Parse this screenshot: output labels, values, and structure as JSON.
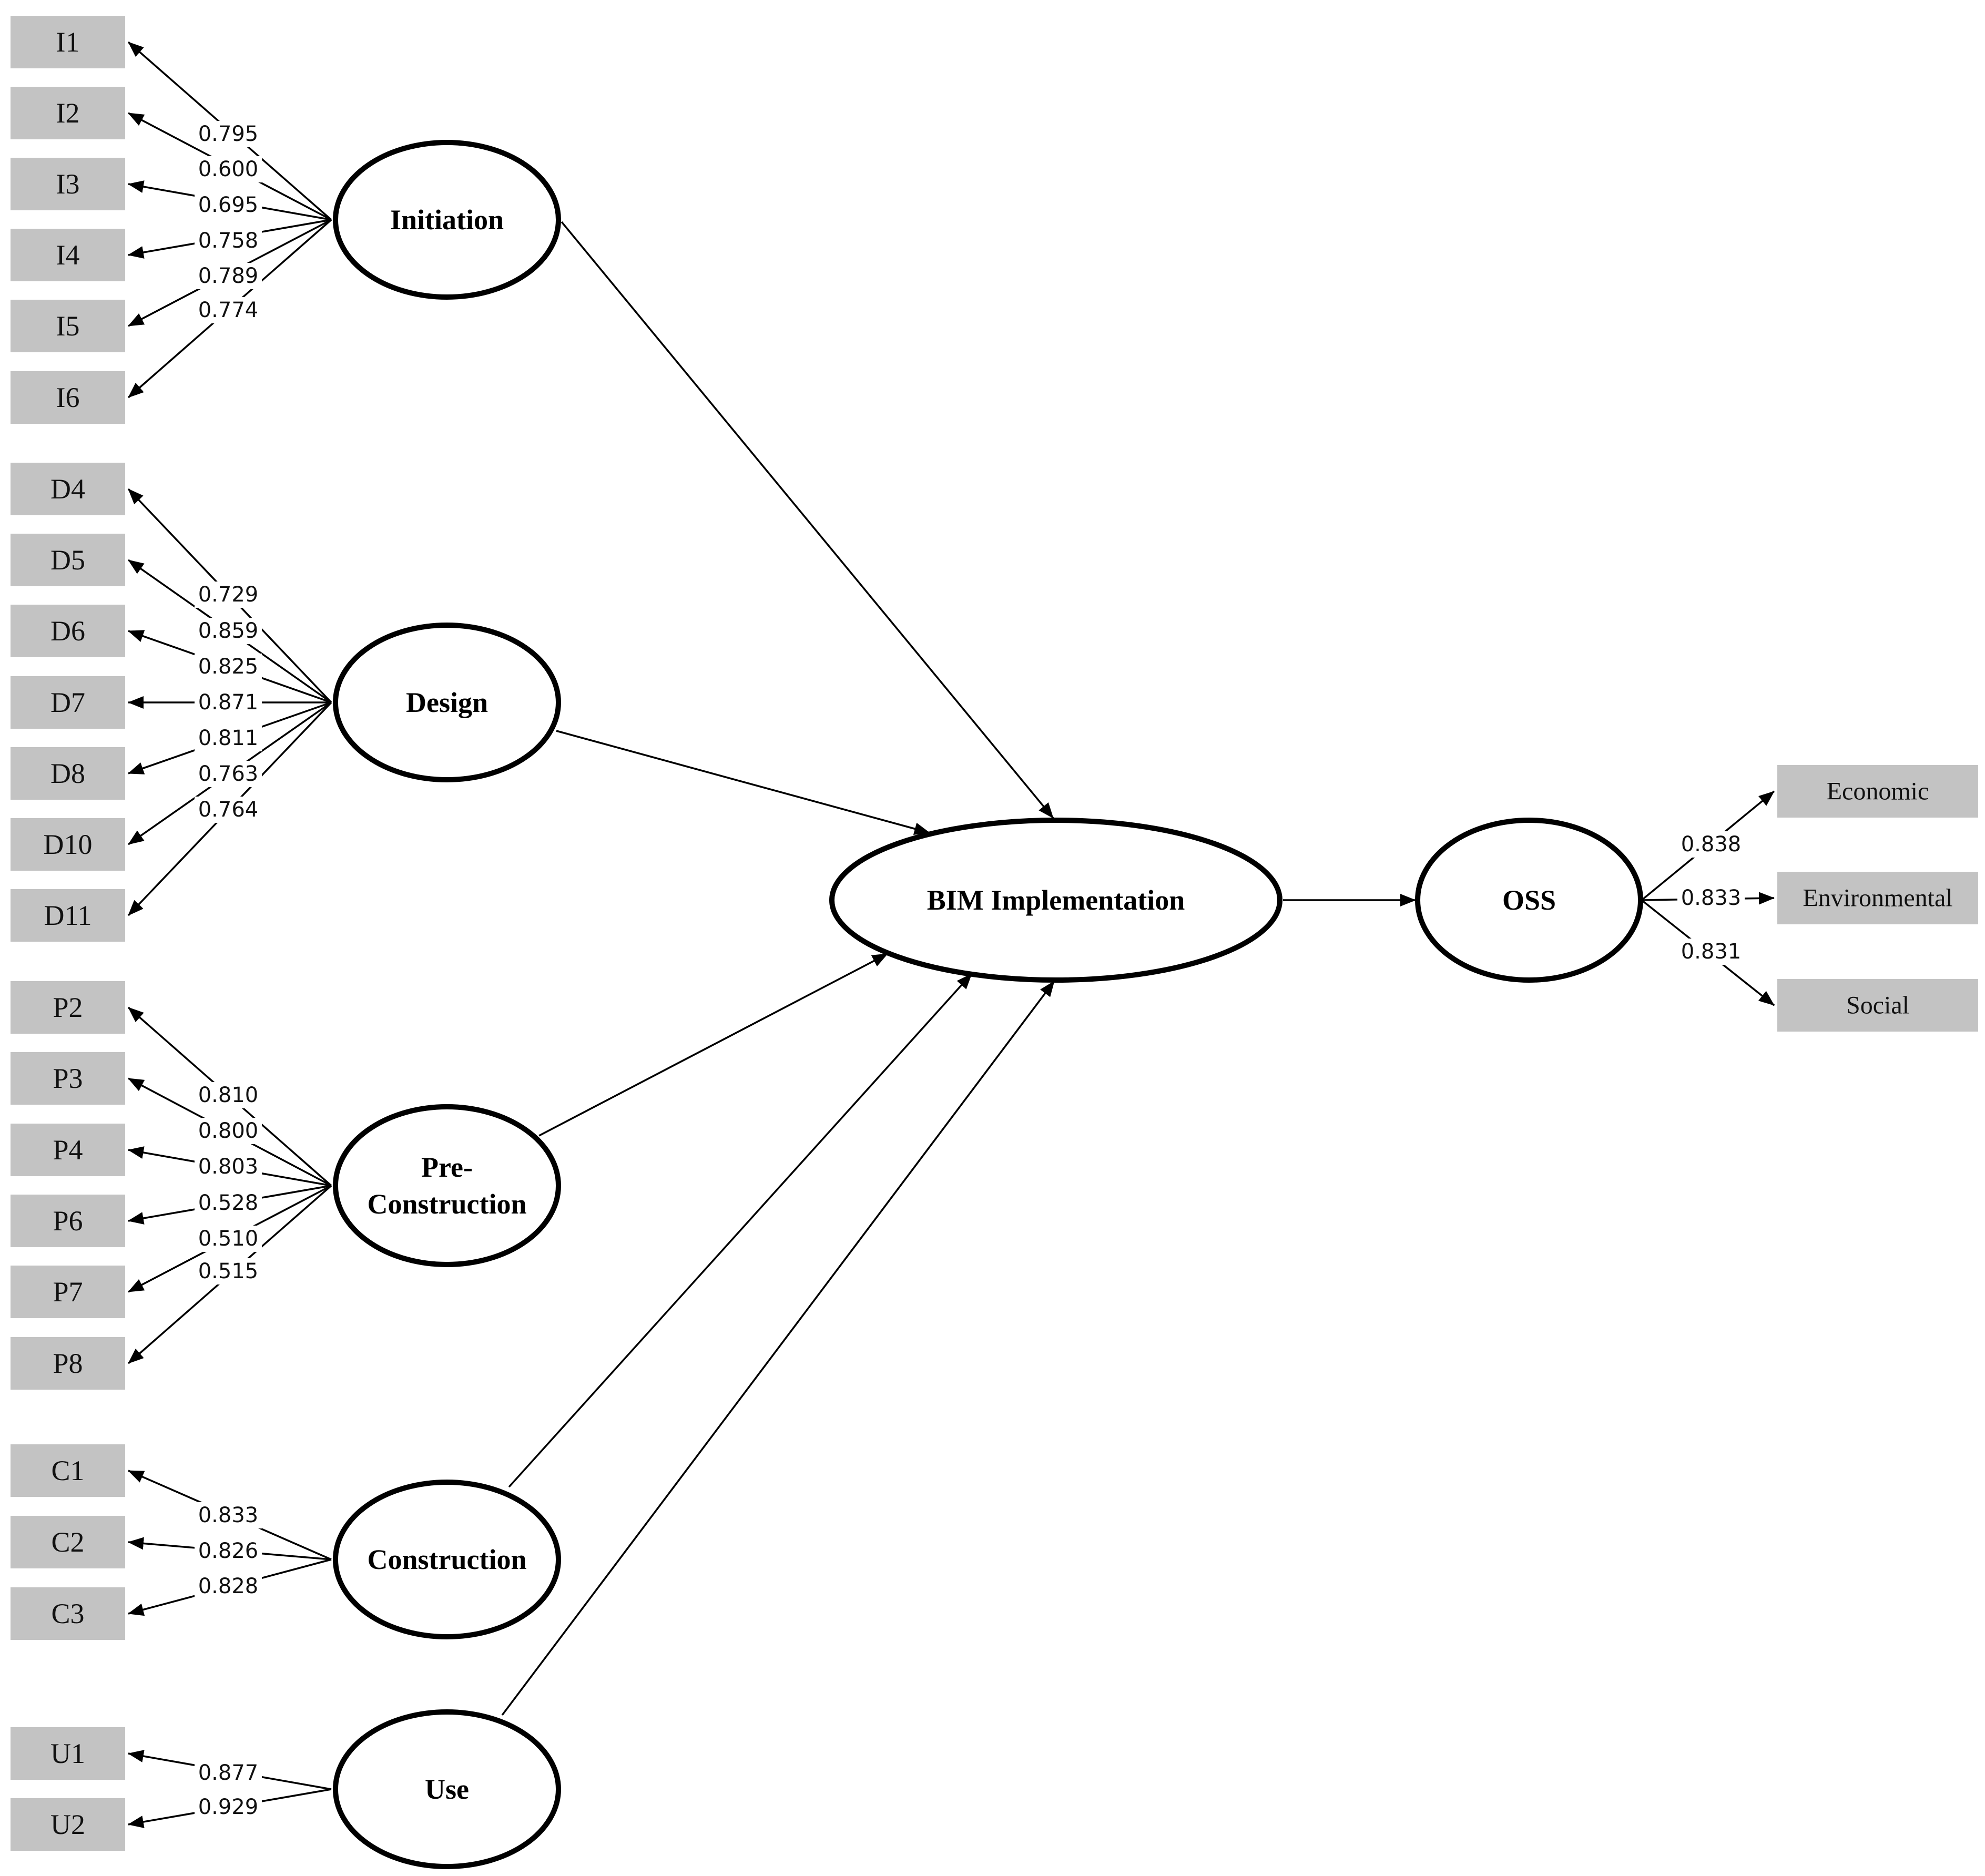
{
  "constructs": {
    "initiation": {
      "label": "Initiation"
    },
    "design": {
      "label": "Design"
    },
    "preconstruction": {
      "label_line1": "Pre-",
      "label_line2": "Construction"
    },
    "construction": {
      "label": "Construction"
    },
    "use": {
      "label": "Use"
    },
    "bim": {
      "label": "BIM Implementation"
    },
    "oss": {
      "label": "OSS"
    }
  },
  "indicators": {
    "initiation": [
      {
        "id": "I1",
        "loading": "0.795"
      },
      {
        "id": "I2",
        "loading": "0.600"
      },
      {
        "id": "I3",
        "loading": "0.695"
      },
      {
        "id": "I4",
        "loading": "0.758"
      },
      {
        "id": "I5",
        "loading": "0.789"
      },
      {
        "id": "I6",
        "loading": "0.774"
      }
    ],
    "design": [
      {
        "id": "D4",
        "loading": "0.729"
      },
      {
        "id": "D5",
        "loading": "0.859"
      },
      {
        "id": "D6",
        "loading": "0.825"
      },
      {
        "id": "D7",
        "loading": "0.871"
      },
      {
        "id": "D8",
        "loading": "0.811"
      },
      {
        "id": "D10",
        "loading": "0.763"
      },
      {
        "id": "D11",
        "loading": "0.764"
      }
    ],
    "preconstruction": [
      {
        "id": "P2",
        "loading": "0.810"
      },
      {
        "id": "P3",
        "loading": "0.800"
      },
      {
        "id": "P4",
        "loading": "0.803"
      },
      {
        "id": "P6",
        "loading": "0.528"
      },
      {
        "id": "P7",
        "loading": "0.510"
      },
      {
        "id": "P8",
        "loading": "0.515"
      }
    ],
    "construction": [
      {
        "id": "C1",
        "loading": "0.833"
      },
      {
        "id": "C2",
        "loading": "0.826"
      },
      {
        "id": "C3",
        "loading": "0.828"
      }
    ],
    "use": [
      {
        "id": "U1",
        "loading": "0.877"
      },
      {
        "id": "U2",
        "loading": "0.929"
      }
    ],
    "oss": [
      {
        "id": "Economic",
        "loading": "0.838"
      },
      {
        "id": "Environmental",
        "loading": "0.833"
      },
      {
        "id": "Social",
        "loading": "0.831"
      }
    ]
  }
}
